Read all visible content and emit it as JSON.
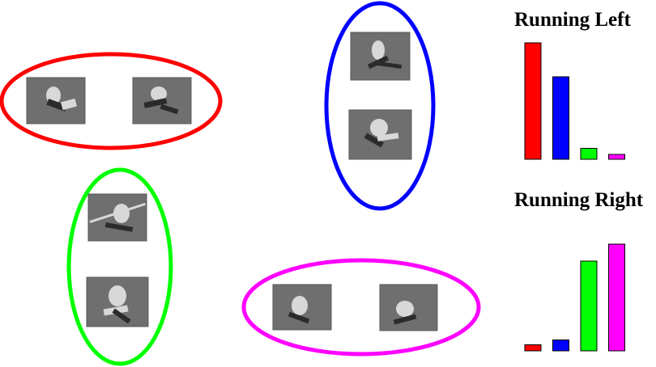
{
  "clusters": [
    {
      "id": "red",
      "color": "#ff0000",
      "thumbnails": 2
    },
    {
      "id": "blue",
      "color": "#0000ff",
      "thumbnails": 2
    },
    {
      "id": "green",
      "color": "#00ff00",
      "thumbnails": 2
    },
    {
      "id": "magenta",
      "color": "#ff00ff",
      "thumbnails": 2
    }
  ],
  "chart_data": [
    {
      "type": "bar",
      "title": "Running Left",
      "categories": [
        "red",
        "blue",
        "green",
        "magenta"
      ],
      "colors": [
        "#ff0000",
        "#0000ff",
        "#00ff00",
        "#ff00ff"
      ],
      "values": [
        0.48,
        0.34,
        0.045,
        0.02
      ],
      "ylim": [
        0,
        0.5
      ]
    },
    {
      "type": "bar",
      "title": "Running Right",
      "categories": [
        "red",
        "blue",
        "green",
        "magenta"
      ],
      "colors": [
        "#ff0000",
        "#0000ff",
        "#00ff00",
        "#ff00ff"
      ],
      "values": [
        0.025,
        0.045,
        0.37,
        0.44
      ],
      "ylim": [
        0,
        0.5
      ]
    }
  ]
}
